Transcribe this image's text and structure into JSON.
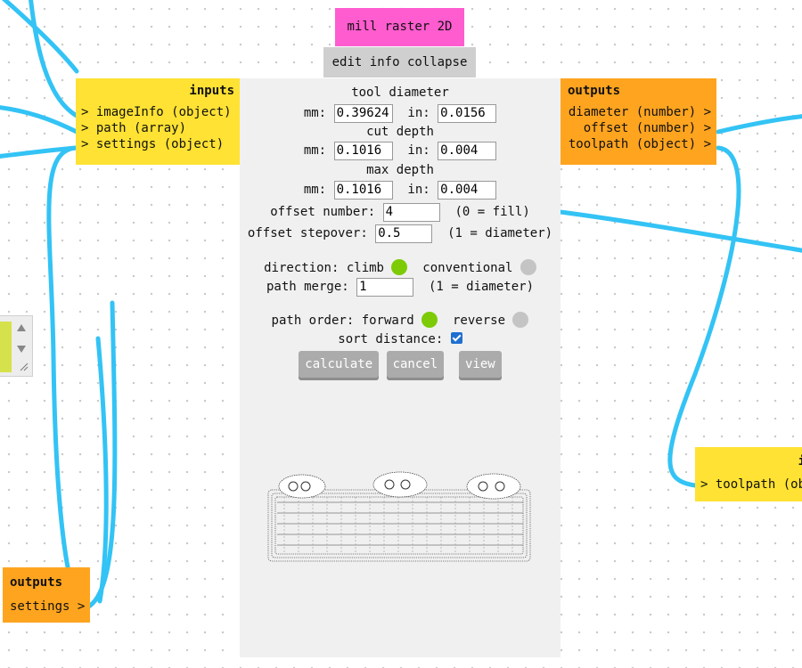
{
  "node": {
    "title": "mill raster 2D",
    "menu": {
      "edit": "edit",
      "info": "info",
      "collapse": "collapse"
    }
  },
  "inputs": {
    "header": "inputs",
    "ports": [
      "imageInfo (object)",
      "path (array)",
      "settings (object)"
    ]
  },
  "outputs": {
    "header": "outputs",
    "ports": [
      "diameter (number)",
      "offset (number)",
      "toolpath (object)"
    ]
  },
  "settings": {
    "tool_diameter": {
      "label": "tool diameter",
      "mm_label": "mm:",
      "mm": "0.39624",
      "in_label": "in:",
      "in": "0.0156"
    },
    "cut_depth": {
      "label": "cut depth",
      "mm_label": "mm:",
      "mm": "0.1016",
      "in_label": "in:",
      "in": "0.004"
    },
    "max_depth": {
      "label": "max depth",
      "mm_label": "mm:",
      "mm": "0.1016",
      "in_label": "in:",
      "in": "0.004"
    },
    "offset_number": {
      "label": "offset number:",
      "value": "4",
      "hint": "(0 = fill)"
    },
    "offset_stepover": {
      "label": "offset stepover:",
      "value": "0.5",
      "hint": "(1 = diameter)"
    },
    "direction": {
      "label": "direction:",
      "option_a": "climb",
      "option_b": "conventional",
      "selected": "climb"
    },
    "path_merge": {
      "label": "path merge:",
      "value": "1",
      "hint": "(1 = diameter)"
    },
    "path_order": {
      "label": "path order:",
      "option_a": "forward",
      "option_b": "reverse",
      "selected": "forward"
    },
    "sort_distance": {
      "label": "sort distance:",
      "checked": true
    }
  },
  "buttons": {
    "calculate": "calculate",
    "cancel": "cancel",
    "view": "view"
  },
  "bottom_outputs": {
    "header": "outputs",
    "port": "settings >"
  },
  "right_inputs": {
    "header": "i",
    "port": "> toolpath (ob"
  },
  "colors": {
    "wire": "#33c3f5",
    "title_bg": "#ff5ccf",
    "inputs_bg": "#ffe233",
    "outputs_bg": "#ffa41f",
    "radio_on": "#7ccb06",
    "radio_off": "#c4c4c4",
    "button_bg": "#ababab"
  }
}
